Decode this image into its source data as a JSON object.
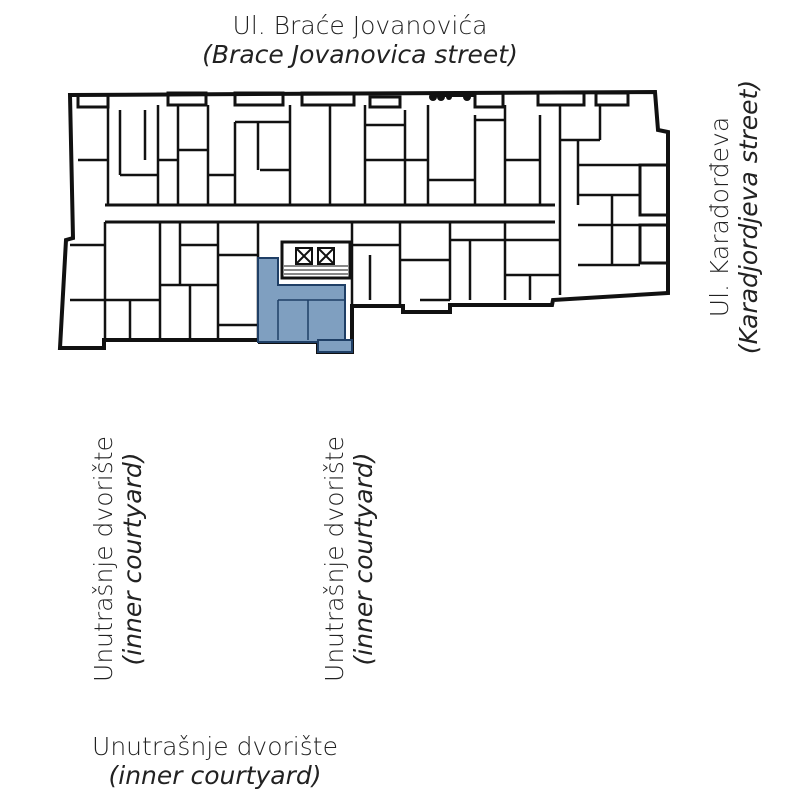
{
  "labels": {
    "top": {
      "main": "Ul. Braće Jovanovića",
      "sub": "(Brace Jovanovica street)"
    },
    "right": {
      "main": "Ul. Karađorđeva",
      "sub": "(Karadjordjeva street)"
    },
    "left_courtyard": {
      "main": "Unutrašnje dvorište",
      "sub": "(inner courtyard)"
    },
    "middle_courtyard": {
      "main": "Unutrašnje dvorište",
      "sub": "(inner courtyard)"
    },
    "bottom_courtyard": {
      "main": "Unutrašnje dvorište",
      "sub": "(inner courtyard)"
    }
  },
  "colors": {
    "wall": "#111111",
    "highlight_fill": "#7f9fc0",
    "highlight_stroke": "#1f3f66",
    "background": "#ffffff"
  },
  "icons": [
    "elevator-icon",
    "stair-icon",
    "balcony-railing-icon"
  ]
}
